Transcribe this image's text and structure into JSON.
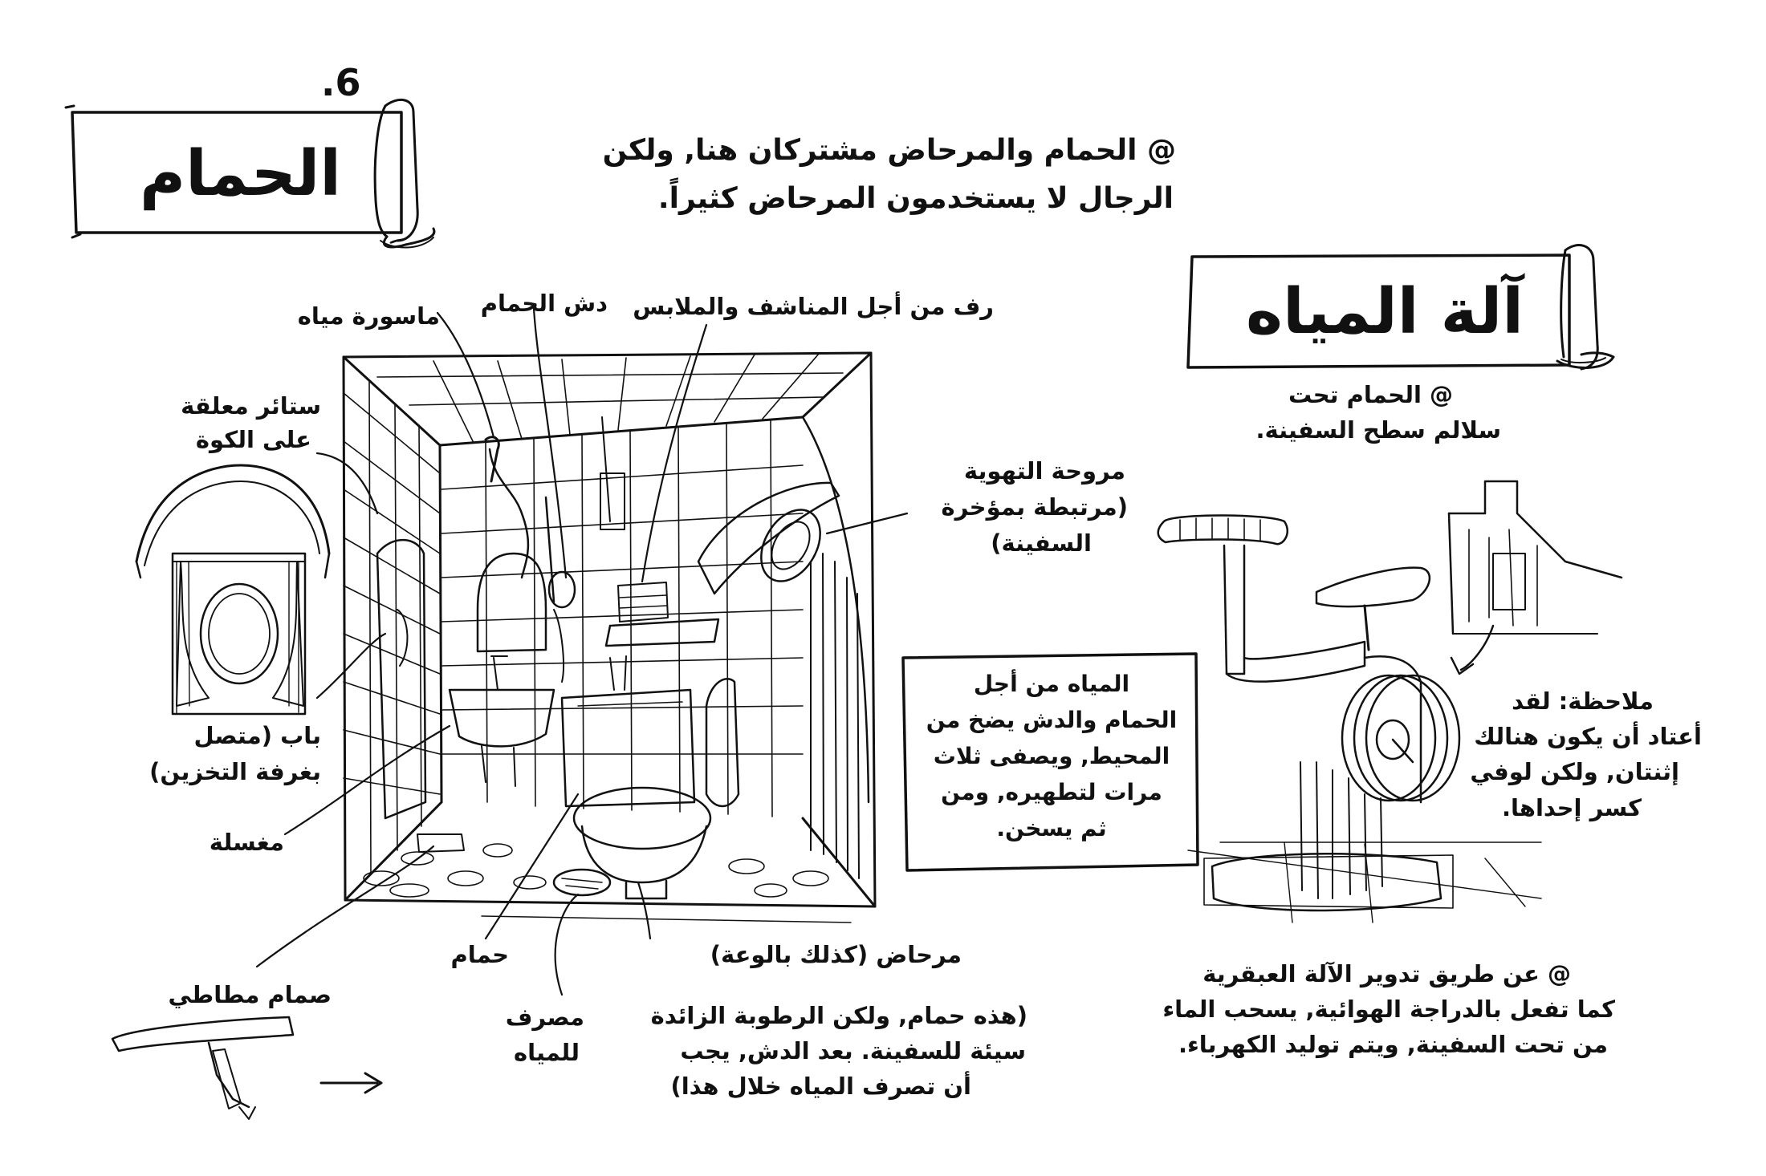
{
  "page": {
    "number": "6.",
    "title_bath": "الحمام",
    "title_water": "آلة المياه"
  },
  "intro": {
    "line1": "@ الحمام والمرحاض مشتركان هنا, ولكن",
    "line2": "الرجال لا يستخدمون المرحاض كثيراً."
  },
  "bath_labels": {
    "hose": "ماسورة مياه",
    "shower": "دش الحمام",
    "shelf": "رف من أجل المناشف والملابس",
    "curtain1": "ستائر معلقة",
    "curtain2": "على الكوة",
    "fan1": "مروحة التهوية",
    "fan2": "(مرتبطة بمؤخرة",
    "fan3": "السفينة)",
    "door1": "باب (متصل",
    "door2": "بغرفة التخزين)",
    "sink": "مغسلة",
    "tub": "حمام",
    "toilet": "مرحاض (كذلك بالوعة)",
    "plug": "صمام مطاطي",
    "drain1": "مصرف",
    "drain2": "للمياه",
    "humid1": "(هذه حمام, ولكن الرطوبة الزائدة",
    "humid2": "سيئة للسفينة. بعد الدش, يجب",
    "humid3": "أن تصرف المياه خلال هذا)"
  },
  "water_box": {
    "l1": "المياه من أجل",
    "l2": "الحمام والدش يضخ من",
    "l3": "المحيط, ويصفى ثلاث",
    "l4": "مرات لتطهيره, ومن",
    "l5": "ثم يسخن."
  },
  "water_labels": {
    "loc1": "@ الحمام تحت",
    "loc2": "سلالم سطح السفينة.",
    "note1": "ملاحظة: لقد",
    "note2": "أعتاد أن يكون هنالك",
    "note3": "إثنتان, ولكن لوفي",
    "note4": "كسر إحداها.",
    "gen1": "@ عن طريق تدوير الآلة العبقرية",
    "gen2": "كما تفعل بالدراجة الهوائية, يسحب الماء",
    "gen3": "من تحت السفينة, ويتم توليد الكهرباء."
  }
}
